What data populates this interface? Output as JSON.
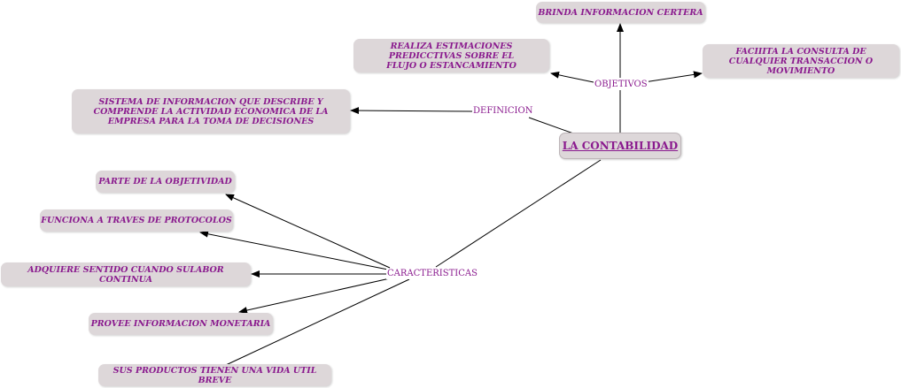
{
  "main": "LA CONTABILIDAD",
  "links": {
    "objetivos": "OBJETIVOS",
    "definicion": "DEFINICION",
    "caracteristicas": "CARACTERISTICAS"
  },
  "nodes": {
    "brinda": "BRINDA INFORMACION CERTERA",
    "realiza": "REALIZA ESTIMACIONES PREDICCTIVAS SOBRE EL FLUJO O ESTANCAMIENTO",
    "faciita": "FACIIITA LA CONSULTA DE CUALQUIER TRANSACCION O MOVIMIENTO",
    "sistema": "SISTEMA DE INFORMACION QUE DESCRIBE Y COMPRENDE LA ACTIVIDAD ECONOMICA DE LA EMPRESA PARA LA TOMA DE DECISIONES",
    "parte": "PARTE DE LA OBJETIVIDAD",
    "funciona": "FUNCIONA A TRAVES DE PROTOCOLOS",
    "adquiere": "ADQUIERE SENTIDO CUANDO SULABOR CONTINUA",
    "provee": "PROVEE INFORMACION MONETARIA",
    "sus": "SUS PRODUCTOS TIENEN UNA VIDA UTIL BREVE"
  }
}
